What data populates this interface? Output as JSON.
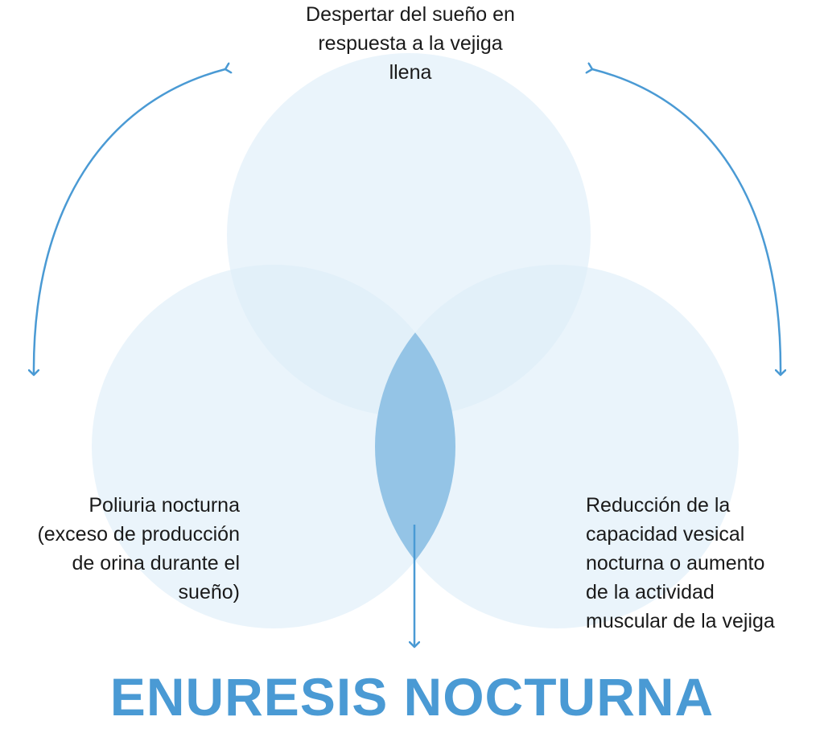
{
  "colors": {
    "circle_fill": "#dcedf8",
    "center_fill": "#94c4e6",
    "arrow": "#4a9ad4",
    "title": "#4a9ad4",
    "text": "#1a1a1a"
  },
  "labels": {
    "top": [
      "Despertar del sueño en",
      "respuesta a la vejiga",
      "llena"
    ],
    "left": [
      "Poliuria nocturna",
      "(exceso de producción",
      "de orina durante el",
      "sueño)"
    ],
    "right": [
      "Reducción de la",
      "capacidad vesical",
      "nocturna o aumento",
      "de la actividad",
      "muscular de la vejiga"
    ]
  },
  "title": "ENURESIS NOCTURNA"
}
